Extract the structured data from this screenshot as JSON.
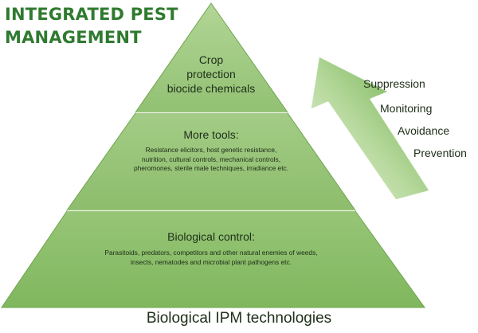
{
  "title": {
    "line1": "INTEGRATED PEST",
    "line2": "MANAGEMENT"
  },
  "colors": {
    "title": "#2f7a2f",
    "pyramid_top": "#9dc77d",
    "pyramid_middle": "#94c474",
    "pyramid_bottom": "#86bb64",
    "pyramid_border": "#6fa54f",
    "arrow_light": "#dfeed0",
    "arrow_dark": "#6aab47"
  },
  "pyramid": {
    "top": {
      "lines": [
        "Crop",
        "protection",
        "biocide chemicals"
      ]
    },
    "middle": {
      "heading": "More tools:",
      "body": [
        "Resistance elicitors, host genetic resistance,",
        "nutrition, cultural controls, mechanical controls,",
        "pheromones, sterile male techniques, irradiance etc."
      ]
    },
    "bottom": {
      "heading": "Biological control:",
      "body": [
        "Parasitoids, predators, competitors and other natural enemies of weeds,",
        "insects, nematodes and microbial plant pathogens etc."
      ]
    }
  },
  "arrow_steps": [
    "Suppression",
    "Monitoring",
    "Avoidance",
    "Prevention"
  ],
  "footer": "Biological IPM technologies"
}
